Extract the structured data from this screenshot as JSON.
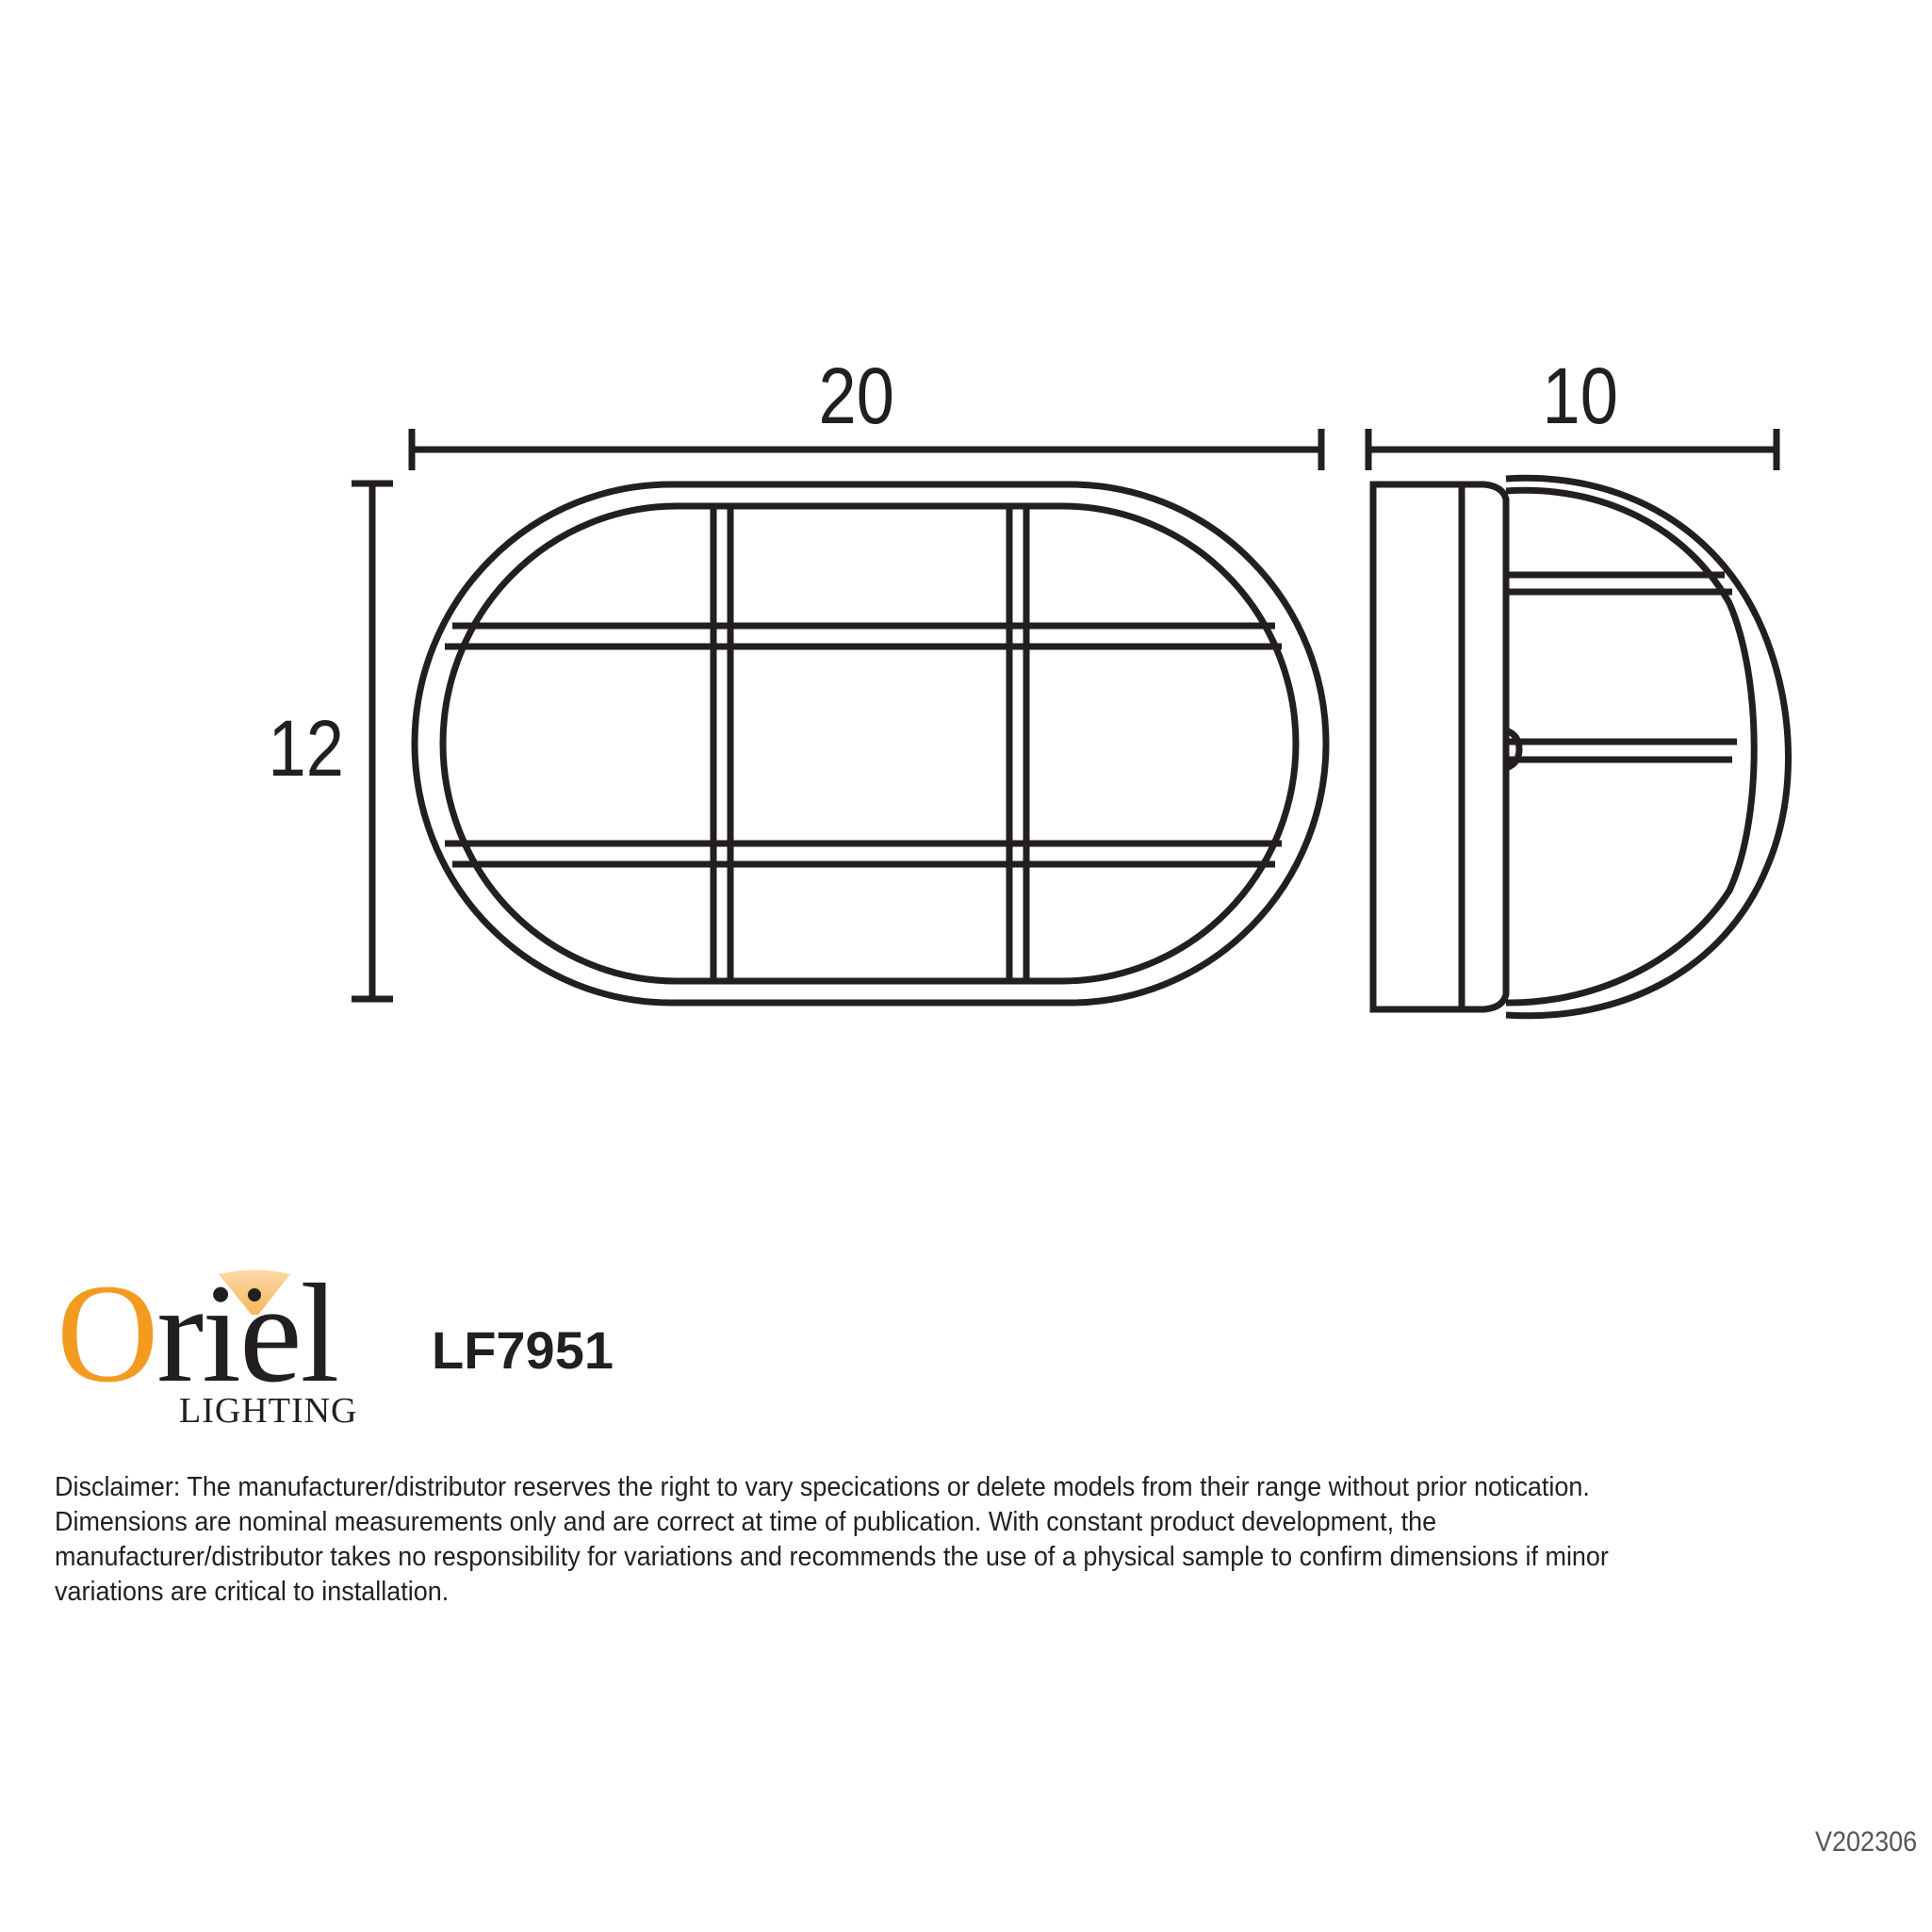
{
  "drawing": {
    "front_view": {
      "width_label": "20",
      "height_label": "12"
    },
    "side_view": {
      "depth_label": "10"
    },
    "stroke_color": "#231f20"
  },
  "brand": {
    "logo_first_letter": "O",
    "logo_rest": "riel",
    "logo_subtitle": "LIGHTING",
    "accent_color": "#f39b21"
  },
  "product": {
    "model": "LF7951"
  },
  "disclaimer": {
    "lines": [
      "Disclaimer: The manufacturer/distributor reserves the right to vary specications or delete models from their range without prior notication.",
      "Dimensions are nominal measurements only and are correct at time of publication. With constant product development, the",
      "manufacturer/distributor takes no responsibility for variations and recommends the use of a physical sample to confirm dimensions if minor",
      "variations are critical to installation."
    ]
  },
  "footer": {
    "version": "V202306"
  }
}
